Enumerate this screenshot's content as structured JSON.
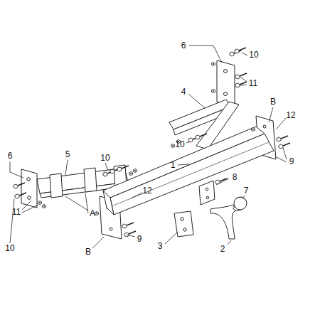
{
  "diagram": {
    "labels": [
      "6",
      "10",
      "11",
      "4",
      "B",
      "12",
      "10",
      "9",
      "6",
      "5",
      "10",
      "1",
      "12",
      "8",
      "7",
      "11",
      "A",
      "10",
      "B",
      "9",
      "3",
      "2"
    ]
  }
}
